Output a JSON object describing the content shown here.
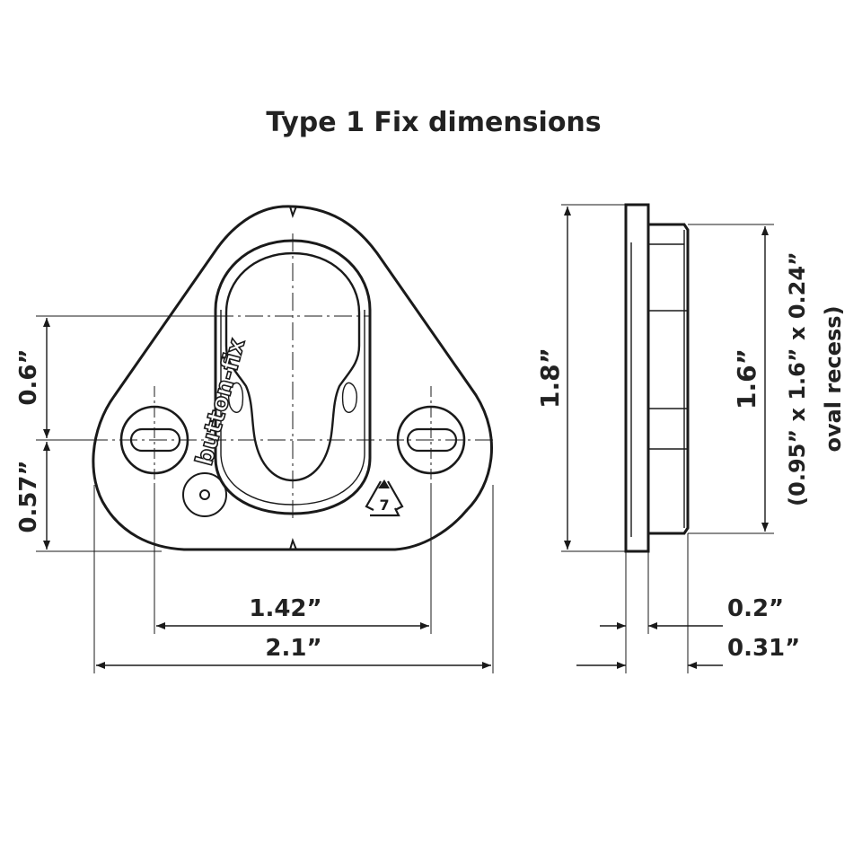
{
  "title": "Type 1 Fix dimensions",
  "brand_text": "button-fix",
  "recycling_code": "7",
  "dimensions": {
    "height_upper": "0.6”",
    "height_lower": "0.57”",
    "hole_spacing": "1.42”",
    "overall_width": "2.1”",
    "overall_height": "1.8”",
    "recess_length": "1.6”",
    "recess_note_line1": "(0.95” x 1.6” x 0.24”",
    "recess_note_line2": "oval recess)",
    "flange_thickness": "0.2”",
    "total_thickness": "0.31”"
  },
  "colors": {
    "ink": "#1a1a1a",
    "text": "#222222",
    "background": "#ffffff"
  }
}
